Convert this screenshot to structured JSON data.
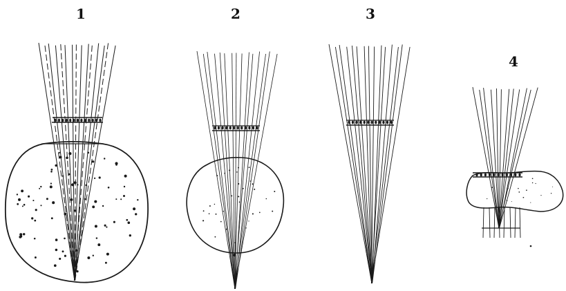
{
  "plate": {
    "figures": [
      {
        "number": "1"
      },
      {
        "number": "2"
      },
      {
        "number": "3"
      },
      {
        "number": "4"
      }
    ]
  }
}
